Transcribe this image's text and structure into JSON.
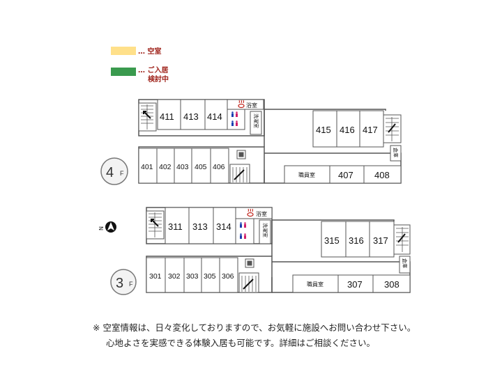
{
  "legend": {
    "items": [
      {
        "color": "#ffe08a",
        "label": "… 空室"
      },
      {
        "color": "#3a9a4e",
        "label": "… ご入居",
        "label2": "検討中"
      }
    ],
    "text_color": "#a0241c"
  },
  "colors": {
    "wall": "#555555",
    "fill": "#ffffff",
    "badge_bg": "#f3f3f3",
    "toilet_m": "#1a3fb0",
    "toilet_f": "#d0206a",
    "bath": "#c0241c"
  },
  "compass": {
    "label": "N"
  },
  "floors": [
    {
      "badge_num": "4",
      "badge_unit": "F",
      "bath_label": "浴室",
      "laundry_label": "洗濯室",
      "storage_label": "倉庫",
      "staff_label": "職員室",
      "rooms_top": [
        "411",
        "413",
        "414"
      ],
      "rooms_right": [
        "415",
        "416",
        "417"
      ],
      "rooms_bottom": [
        "401",
        "402",
        "403",
        "405",
        "406"
      ],
      "rooms_bottom_right": [
        "407",
        "408"
      ]
    },
    {
      "badge_num": "3",
      "badge_unit": "F",
      "bath_label": "浴室",
      "laundry_label": "洗濯室",
      "storage_label": "倉庫",
      "staff_label": "職員室",
      "rooms_top": [
        "311",
        "313",
        "314"
      ],
      "rooms_right": [
        "315",
        "316",
        "317"
      ],
      "rooms_bottom": [
        "301",
        "302",
        "303",
        "305",
        "306"
      ],
      "rooms_bottom_right": [
        "307",
        "308"
      ]
    }
  ],
  "note": {
    "line1": "※ 空室情報は、日々変化しておりますので、お気軽に施設へお問い合わせ下さい。",
    "line2": "心地よさを実感できる体験入居も可能です。詳細はご相談ください。"
  }
}
